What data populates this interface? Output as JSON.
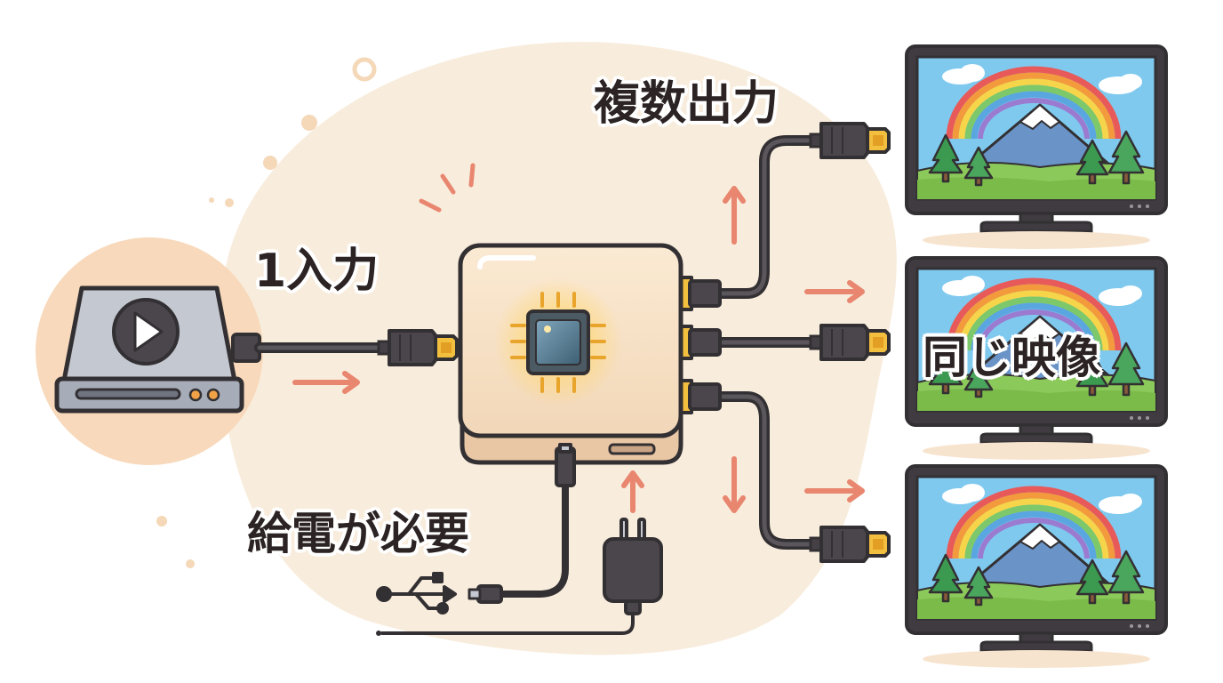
{
  "labels": {
    "input": "1入力",
    "output": "複数出力",
    "power": "給電が必要",
    "same_image": "同じ映像"
  },
  "colors": {
    "blob": "#f8ecdc",
    "circle": "#f8d9bb",
    "outline": "#333033",
    "hub_body": "#f5dfc3",
    "hub_base": "#e9c7a5",
    "chip": "#5b7d92",
    "chip_glow": "#ffd873",
    "connector_gold": "#f3bf3f",
    "cable": "#444046",
    "arrow": "#e9866f",
    "sky": "#7fc9ef",
    "grass": "#8cc95b",
    "mountain": "#6a94c7",
    "tree": "#3c9a50",
    "player_body": "#c4c8d0",
    "led": "#f2a246"
  },
  "icons": [
    "media-player-icon",
    "play-icon",
    "hdmi-cable-icon",
    "hdmi-splitter-icon",
    "chip-icon",
    "tv-monitor-icon",
    "rainbow-icon",
    "mountain-icon",
    "tree-icon",
    "power-adapter-icon",
    "usb-icon",
    "arrow-icon"
  ]
}
